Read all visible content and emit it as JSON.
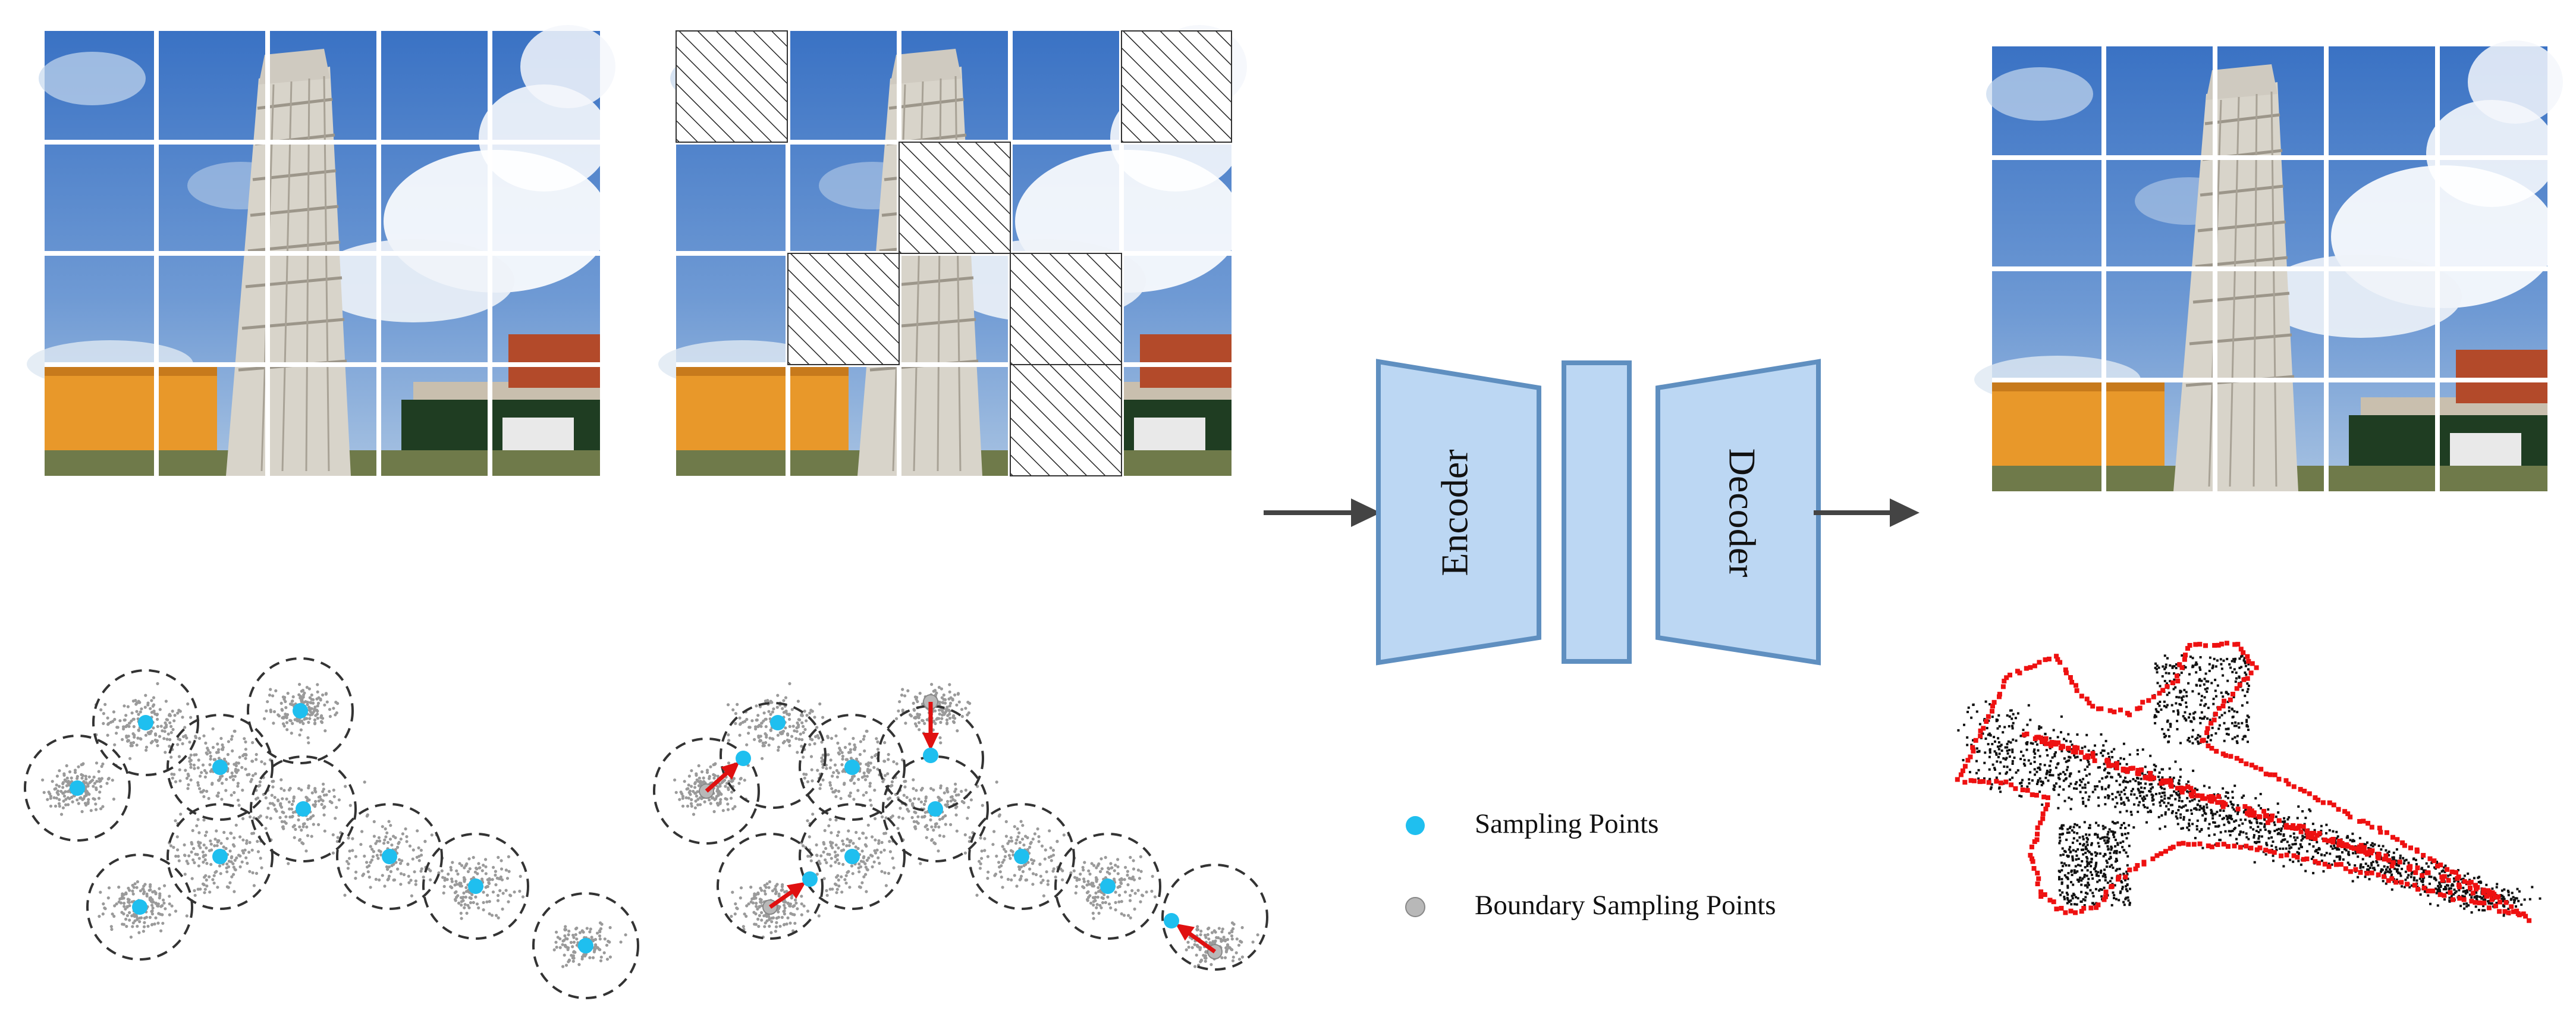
{
  "colors": {
    "sky_top": "#3f78c8",
    "sky_bottom": "#8fb3dc",
    "tower": "#d9d5cc",
    "building_orange": "#e89a2c",
    "hedge": "#1f3d22",
    "grid_line": "#ffffff",
    "hatch": "#222222",
    "block_fill": "#bcd7f3",
    "block_stroke": "#5f8fc0",
    "arrow": "#444444",
    "sampling_point": "#1fbfef",
    "boundary_point": "#b8b8b8",
    "cloud_point": "#9a9a9a",
    "red_arrow": "#e01010",
    "recon_red": "#ee1111",
    "recon_black": "#111111"
  },
  "icons": {
    "grid_images": "photo-grid",
    "arrows": "right-arrow",
    "legend_markers": "filled-circle"
  },
  "model": {
    "encoder_label": "Encoder",
    "decoder_label": "Decoder"
  },
  "legend": {
    "sampling_label": "Sampling Points",
    "boundary_label": "Boundary Sampling Points"
  }
}
